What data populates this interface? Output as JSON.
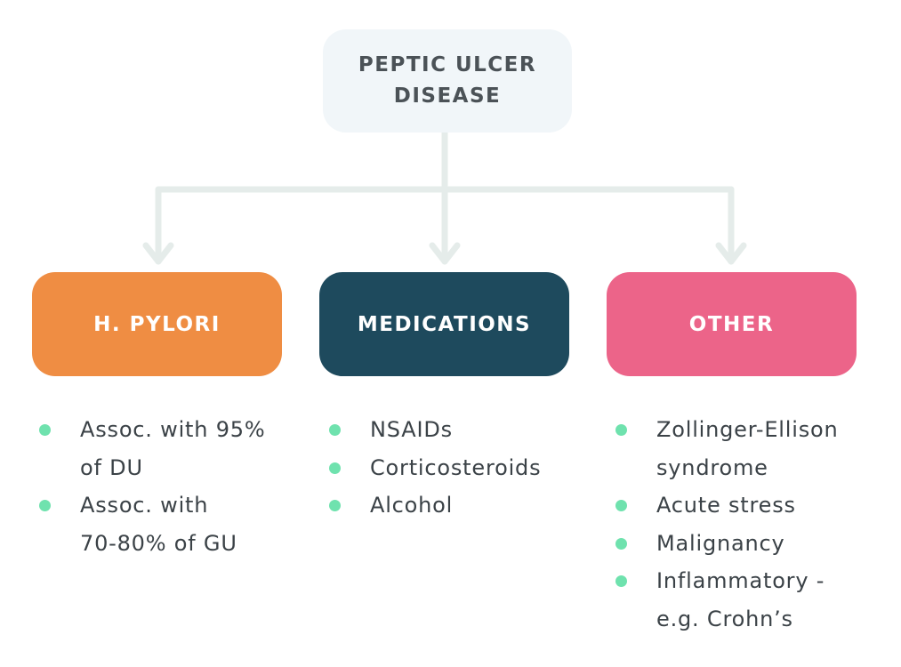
{
  "colors": {
    "connector": "#e5ecea",
    "root_bg": "#f1f6f9",
    "bullet": "#6fe2ae",
    "text": "#3b4247"
  },
  "root": {
    "line1": "PEPTIC ULCER",
    "line2": "DISEASE"
  },
  "categories": [
    {
      "label": "H. PYLORI",
      "color": "#ef8d43",
      "items": [
        {
          "line1": "Assoc. with 95%",
          "line2": "of DU"
        },
        {
          "line1": "Assoc. with",
          "line2": "70-80% of GU"
        }
      ]
    },
    {
      "label": "MEDICATIONS",
      "color": "#1e4a5d",
      "items": [
        {
          "line1": "NSAIDs"
        },
        {
          "line1": "Corticosteroids"
        },
        {
          "line1": "Alcohol"
        }
      ]
    },
    {
      "label": "OTHER",
      "color": "#ec6489",
      "items": [
        {
          "line1": "Zollinger-Ellison",
          "line2": "syndrome"
        },
        {
          "line1": "Acute stress"
        },
        {
          "line1": "Malignancy"
        },
        {
          "line1": "Inflammatory -",
          "line2": "e.g. Crohn’s"
        }
      ]
    }
  ]
}
